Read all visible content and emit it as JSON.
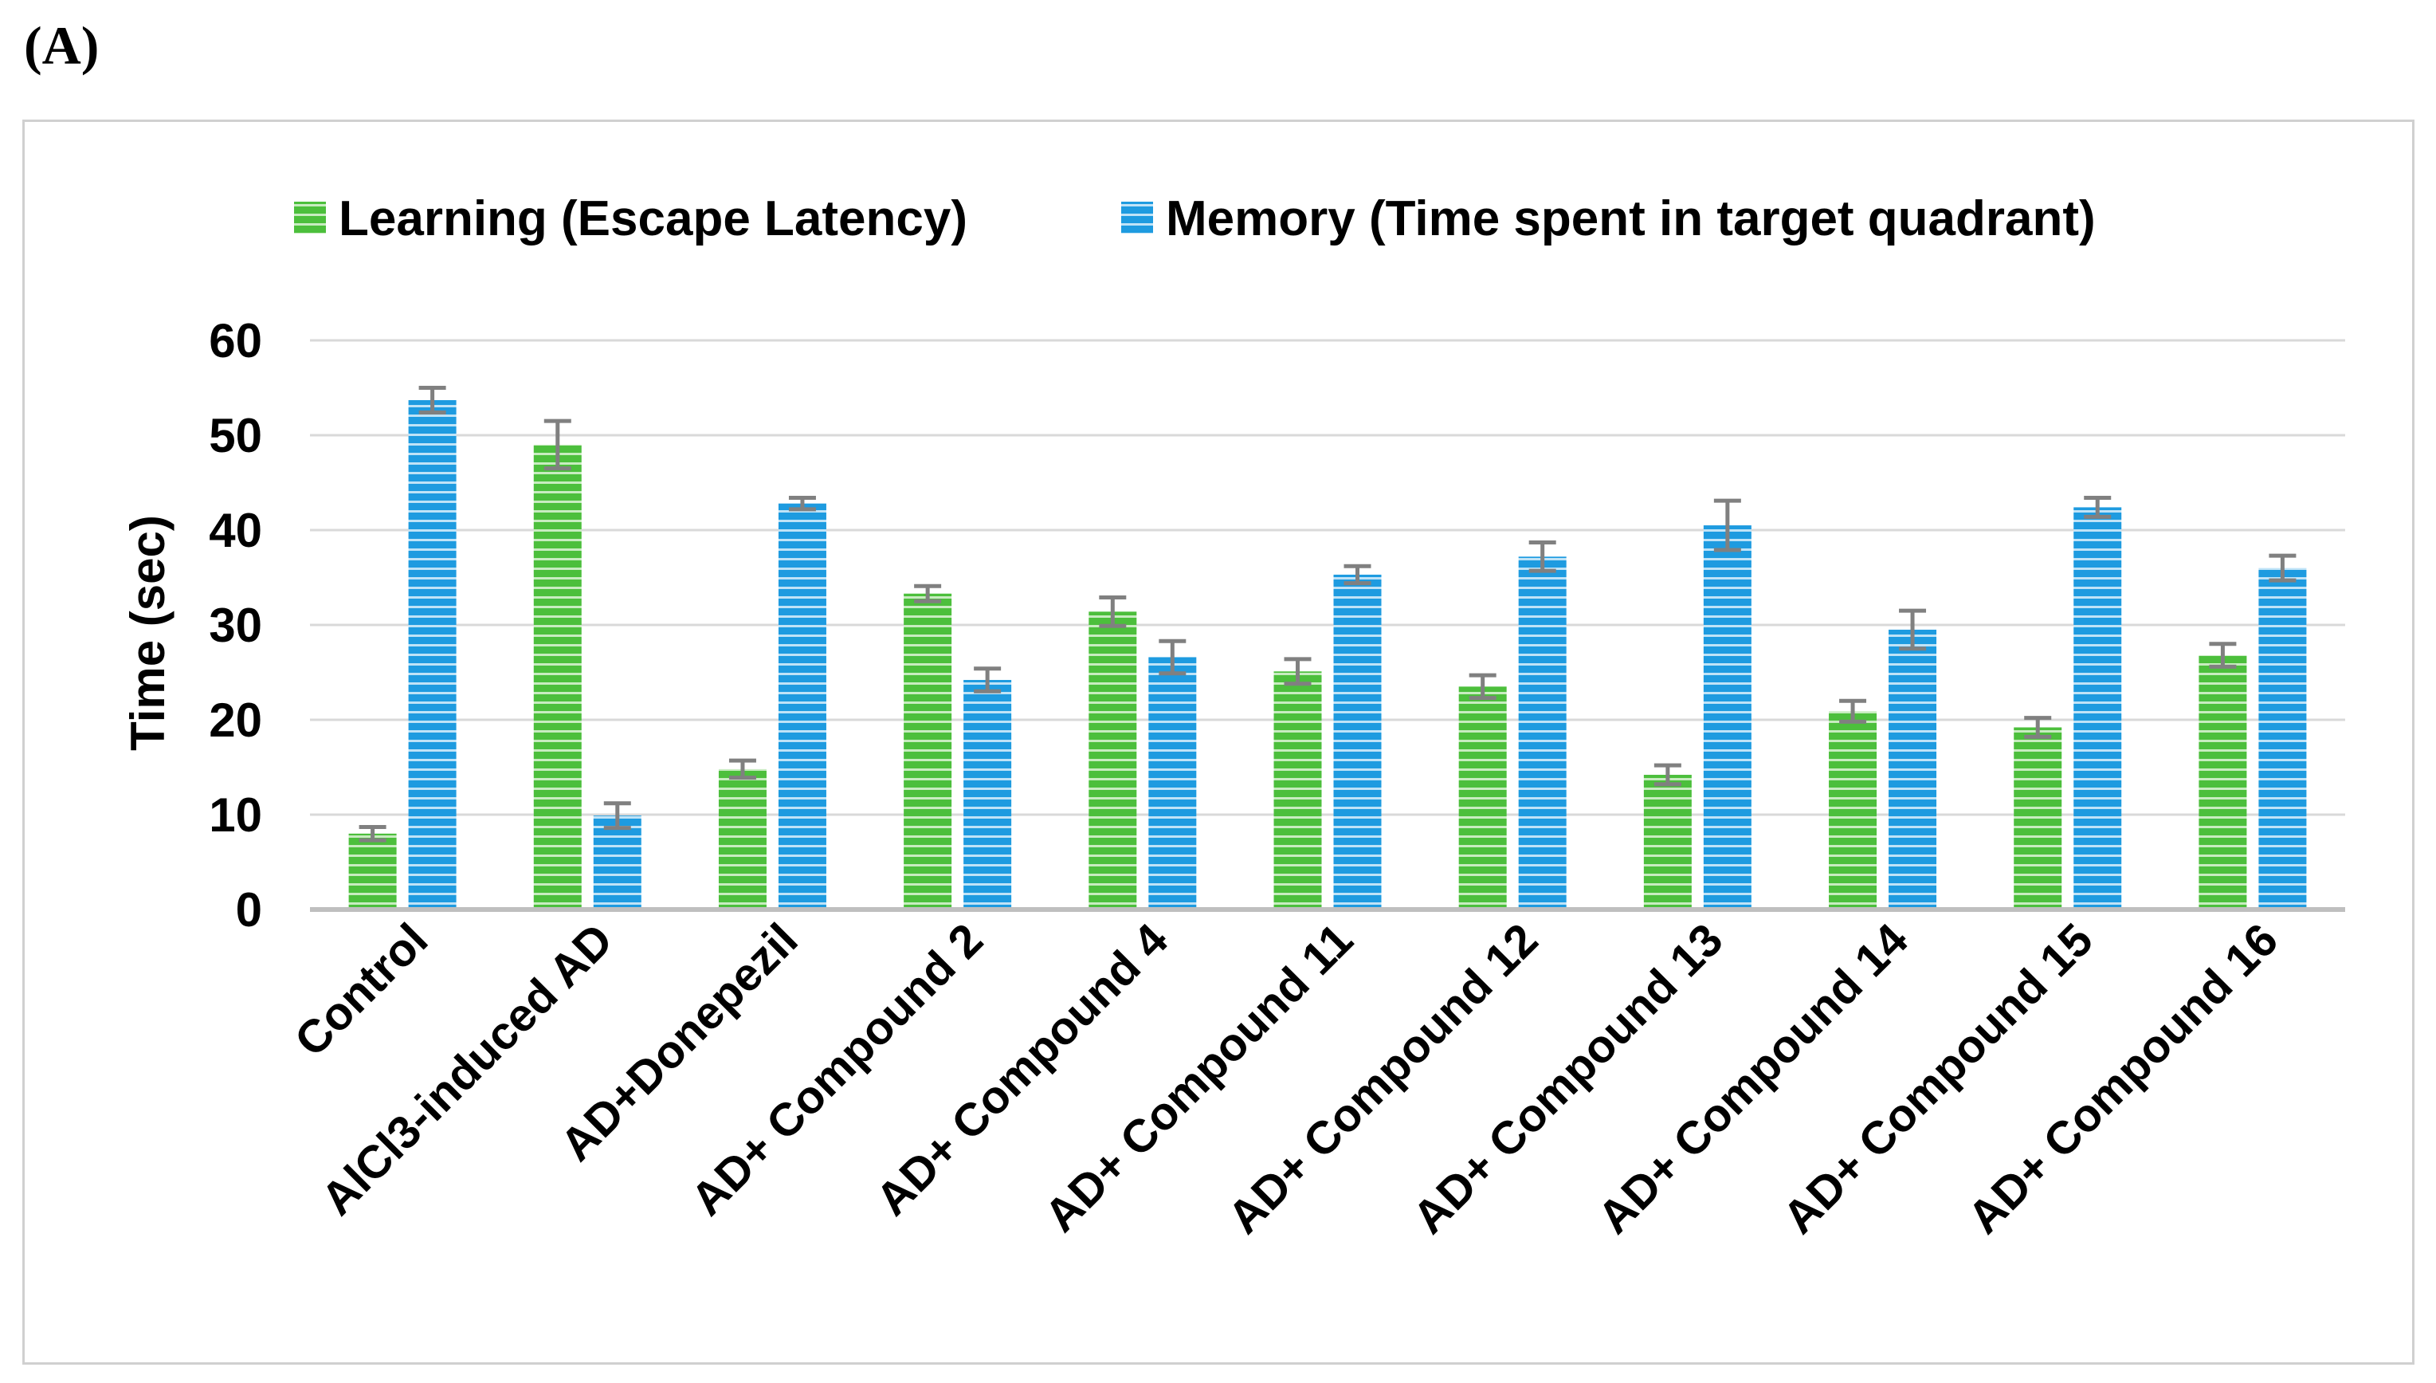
{
  "panel_label": "(A)",
  "colors": {
    "learning_fill": "#4cbf3c",
    "learning_stripe": "#c8ecc0",
    "memory_fill": "#1e9be0",
    "memory_stripe": "#bfe3f7",
    "gridline": "#d9d9d9",
    "axis": "#bfbfbf",
    "error_bar": "#808080"
  },
  "chart_data": {
    "type": "bar",
    "title": "",
    "xlabel": "",
    "ylabel": "Time (sec)",
    "ylim": [
      0,
      60
    ],
    "yticks": [
      0,
      10,
      20,
      30,
      40,
      50,
      60
    ],
    "grid": true,
    "legend_position": "top",
    "categories": [
      "Control",
      "AlCl3-induced AD",
      "AD+Donepezil",
      "AD+ Compound 2",
      "AD+ Compound 4",
      "AD+ Compound 11",
      "AD+ Compound 12",
      "AD+ Compound 13",
      "AD+ Compound 14",
      "AD+ Compound 15",
      "AD+ Compound 16"
    ],
    "series": [
      {
        "name": "Learning (Escape Latency)",
        "values": [
          8,
          49,
          14.8,
          33.3,
          31.4,
          25.1,
          23.5,
          14.2,
          20.9,
          19.2,
          26.8
        ],
        "errors": [
          0.7,
          2.5,
          0.9,
          0.8,
          1.5,
          1.3,
          1.2,
          1.0,
          1.1,
          1.0,
          1.2
        ]
      },
      {
        "name": "Memory (Time spent in target quadrant)",
        "values": [
          53.7,
          9.9,
          42.8,
          24.2,
          26.6,
          35.3,
          37.2,
          40.5,
          29.5,
          42.4,
          36
        ],
        "errors": [
          1.3,
          1.3,
          0.6,
          1.2,
          1.7,
          0.9,
          1.5,
          2.6,
          2.0,
          1.0,
          1.3
        ]
      }
    ]
  }
}
